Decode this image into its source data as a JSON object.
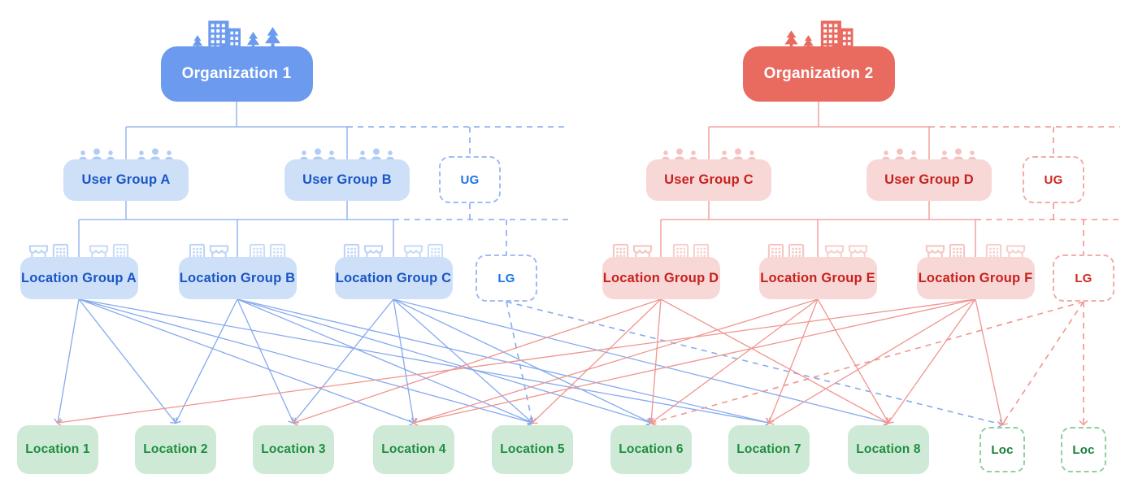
{
  "palette": {
    "blue": "#6C9AEE",
    "blue_light": "#CEE0F8",
    "blue_text": "#1A55C4",
    "blue_accent": "#1A73E8",
    "blue_line": "#86AAEF",
    "red": "#E96A5F",
    "red_light": "#F8D8D6",
    "red_text": "#C5221F",
    "red_line": "#F0958E",
    "green_fill": "#CFE9D7",
    "green_text": "#1E8E3E",
    "green_border": "#8FCFA0"
  },
  "nodes": {
    "org1": {
      "label": "Organization 1",
      "icons": [
        "tree-icon",
        "building-icon",
        "tree-icon",
        "tree-icon"
      ]
    },
    "org2": {
      "label": "Organization 2",
      "icons": [
        "tree-icon",
        "tree-icon",
        "building-icon"
      ]
    },
    "ugA": {
      "label": "User Group A",
      "icons": [
        "people-icon",
        "people-icon"
      ]
    },
    "ugB": {
      "label": "User Group B",
      "icons": [
        "people-icon",
        "people-icon"
      ]
    },
    "ugC": {
      "label": "User Group C",
      "icons": [
        "people-icon",
        "people-icon"
      ]
    },
    "ugD": {
      "label": "User Group D",
      "icons": [
        "people-icon",
        "people-icon"
      ]
    },
    "ugPHblue": {
      "label": "UG",
      "icons": []
    },
    "ugPHred": {
      "label": "UG",
      "icons": []
    },
    "lgA": {
      "label": "Location Group A",
      "icons": [
        "store-icon",
        "building-outline-icon",
        "store-icon",
        "building-outline-icon"
      ]
    },
    "lgB": {
      "label": "Location Group B",
      "icons": [
        "building-outline-icon",
        "store-icon",
        "building-outline-icon",
        "building-outline-icon"
      ]
    },
    "lgC": {
      "label": "Location Group C",
      "icons": [
        "building-outline-icon",
        "store-icon",
        "store-icon",
        "building-outline-icon"
      ]
    },
    "lgD": {
      "label": "Location Group D",
      "icons": [
        "building-outline-icon",
        "store-icon",
        "building-outline-icon",
        "building-outline-icon"
      ]
    },
    "lgE": {
      "label": "Location Group E",
      "icons": [
        "building-outline-icon",
        "building-outline-icon",
        "store-icon",
        "store-icon"
      ]
    },
    "lgF": {
      "label": "Location Group F",
      "icons": [
        "store-icon",
        "building-outline-icon",
        "building-outline-icon",
        "store-icon"
      ]
    },
    "lgPHblue": {
      "label": "LG",
      "icons": []
    },
    "lgPHred": {
      "label": "LG",
      "icons": []
    },
    "loc1": {
      "label": "Location 1"
    },
    "loc2": {
      "label": "Location 2"
    },
    "loc3": {
      "label": "Location 3"
    },
    "loc4": {
      "label": "Location 4"
    },
    "loc5": {
      "label": "Location 5"
    },
    "loc6": {
      "label": "Location 6"
    },
    "loc7": {
      "label": "Location 7"
    },
    "loc8": {
      "label": "Location 8"
    },
    "locA": {
      "label": "Loc"
    },
    "locB": {
      "label": "Loc"
    }
  },
  "edges": {
    "hierarchy": [
      {
        "parent": "org1",
        "solid_children": [
          "ugA",
          "ugB"
        ],
        "dashed_children": [
          "ugPHblue"
        ],
        "color": "blue"
      },
      {
        "parents": [
          "ugA",
          "ugB"
        ],
        "dashed_parents": [
          "ugPHblue"
        ],
        "solid_children": [
          "lgA",
          "lgB",
          "lgC"
        ],
        "dashed_children": [
          "lgPHblue"
        ],
        "color": "blue"
      },
      {
        "parent": "org2",
        "solid_children": [
          "ugC",
          "ugD"
        ],
        "dashed_children": [
          "ugPHred"
        ],
        "color": "red"
      },
      {
        "parents": [
          "ugC",
          "ugD"
        ],
        "dashed_parents": [
          "ugPHred"
        ],
        "solid_children": [
          "lgD",
          "lgE",
          "lgF"
        ],
        "dashed_children": [
          "lgPHred"
        ],
        "color": "red"
      }
    ],
    "assignments": [
      {
        "from": "lgA",
        "to": [
          "loc1",
          "loc2",
          "loc4",
          "loc5",
          "loc7"
        ],
        "style": "solid",
        "color": "blue"
      },
      {
        "from": "lgB",
        "to": [
          "loc2",
          "loc3",
          "loc5",
          "loc6",
          "loc7"
        ],
        "style": "solid",
        "color": "blue"
      },
      {
        "from": "lgC",
        "to": [
          "loc3",
          "loc4",
          "loc5",
          "loc6",
          "loc8"
        ],
        "style": "solid",
        "color": "blue"
      },
      {
        "from": "lgPHblue",
        "to": [
          "loc5",
          "locA"
        ],
        "style": "dashed",
        "color": "blue"
      },
      {
        "from": "lgD",
        "to": [
          "loc3",
          "loc5",
          "loc6",
          "loc8"
        ],
        "style": "solid",
        "color": "red"
      },
      {
        "from": "lgE",
        "to": [
          "loc4",
          "loc6",
          "loc7",
          "loc8"
        ],
        "style": "solid",
        "color": "red"
      },
      {
        "from": "lgF",
        "to": [
          "loc1",
          "loc4",
          "loc7",
          "loc8",
          "locA"
        ],
        "style": "solid",
        "color": "red"
      },
      {
        "from": "lgPHred",
        "to": [
          "loc6",
          "locA",
          "locB"
        ],
        "style": "dashed",
        "color": "red"
      }
    ]
  }
}
